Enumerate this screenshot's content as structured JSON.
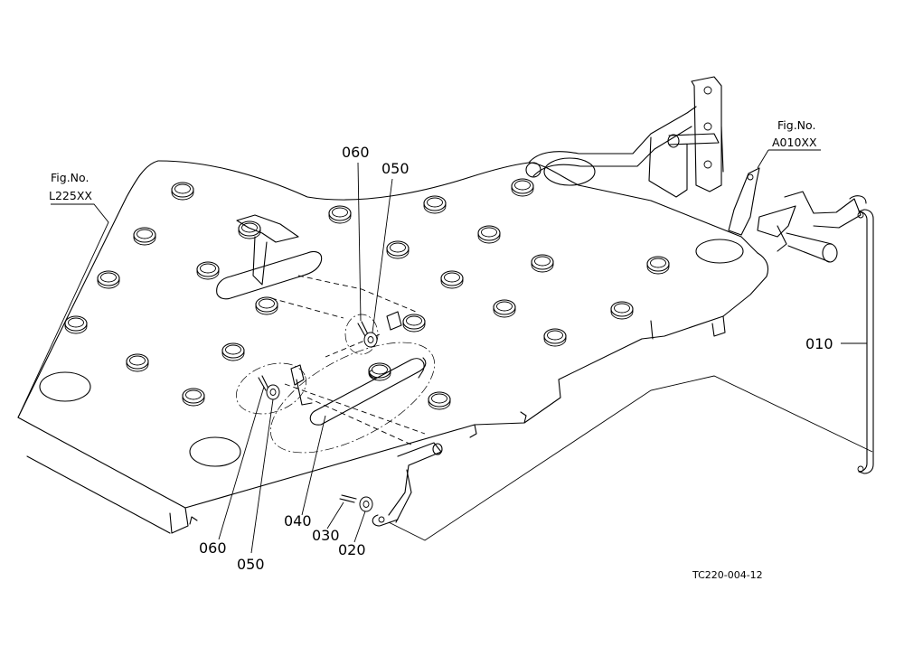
{
  "figure_refs": {
    "left": {
      "label": "Fig.No.",
      "number": "L225XX"
    },
    "right": {
      "label": "Fig.No.",
      "number": "A010XX"
    }
  },
  "callouts": {
    "p010": "010",
    "p020": "020",
    "p030": "030",
    "p040": "040",
    "p050_top": "050",
    "p060_top": "060",
    "p050_bottom": "050",
    "p060_bottom": "060"
  },
  "drawing_code": "TC220-004-12"
}
